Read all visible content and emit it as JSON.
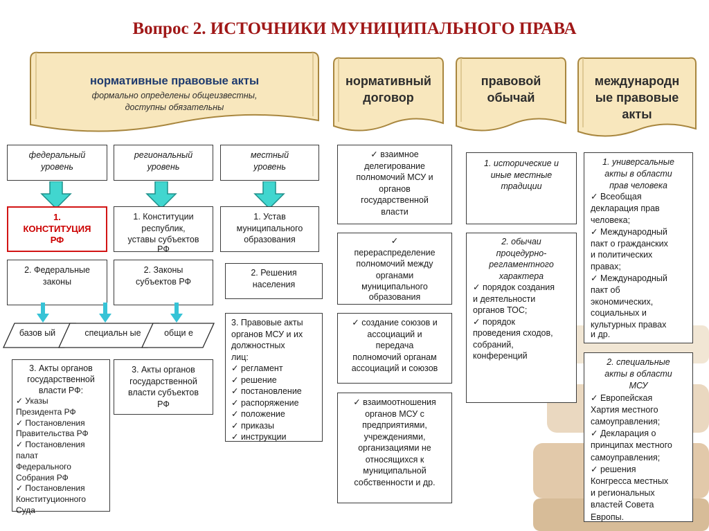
{
  "title": "Вопрос 2. ИСТОЧНИКИ МУНИЦИПАЛЬНОГО ПРАВА",
  "banners": {
    "npa": {
      "title": "нормативные правовые акты",
      "sub1": "формально определены общеизвестны,",
      "sub2": "доступны обязательны"
    },
    "contract": {
      "line1": "нормативный",
      "line2": "договор"
    },
    "custom": {
      "line1": "правовой",
      "line2": "обычай"
    },
    "intl": {
      "line1": "международн",
      "line2": "ые правовые",
      "line3": "акты"
    }
  },
  "levels": {
    "federal": {
      "line1": "федеральный",
      "line2": "уровень"
    },
    "regional": {
      "line1": "региональный",
      "line2": "уровень"
    },
    "local": {
      "line1": "местный",
      "line2": "уровень"
    }
  },
  "acts": {
    "constitution": {
      "line1": "1.",
      "line2": "КОНСТИТУЦИЯ",
      "line3": "РФ"
    },
    "regional_const": {
      "line1": "1. Конституции",
      "line2": "республик,",
      "line3": "уставы субъектов",
      "line4": "РФ"
    },
    "charter": {
      "line1": "1. Устав",
      "line2": "муниципального",
      "line3": "образования"
    },
    "fed_laws": {
      "line1": "2. Федеральные",
      "line2": "законы"
    },
    "reg_laws": {
      "line1": "2. Законы",
      "line2": "субъектов РФ"
    },
    "referendum": {
      "line1": "2. Решения",
      "line2": "населения"
    }
  },
  "law_types": {
    "basic": {
      "line1": "базов",
      "line2": "ый"
    },
    "special": {
      "line1": "специальн",
      "line2": "ые"
    },
    "general": {
      "line1": "общи",
      "line2": "е"
    }
  },
  "fed_bodies": {
    "lead1": "3. Акты органов",
    "lead2": "государственной",
    "lead3": "власти РФ:",
    "items": [
      "Указы",
      "Президента РФ",
      "Постановления",
      "Правительства РФ",
      "Постановления",
      "палат",
      "Федерального",
      "Собрания РФ",
      "Постановления",
      "Конституционного",
      "Суда"
    ]
  },
  "reg_bodies": {
    "line1": "3. Акты органов",
    "line2": "государственной",
    "line3": "власти субъектов",
    "line4": "РФ"
  },
  "msu_acts": {
    "lead1": "3. Правовые акты",
    "lead2": "органов МСУ и их",
    "lead3": "должностных",
    "lead4": "лиц:",
    "items": [
      "регламент",
      "решение",
      "постановление",
      "распоряжение",
      "положение",
      "приказы",
      "инструкции"
    ]
  },
  "contracts": {
    "c1": {
      "l1": "взаимное",
      "l2": "делегирование",
      "l3": "полномочий МСУ и",
      "l4": "органов",
      "l5": "государственной",
      "l6": "власти"
    },
    "c2": {
      "l1": "перераспределение",
      "l2": "полномочий между",
      "l3": "органами",
      "l4": "муниципального",
      "l5": "образования"
    },
    "c3": {
      "l1": "создание союзов и",
      "l2": "ассоциаций и",
      "l3": "передача",
      "l4": "полномочий органам",
      "l5": "ассоциаций и союзов"
    },
    "c4": {
      "l1": "взаимоотношения",
      "l2": "органов МСУ с",
      "l3": "предприятиями,",
      "l4": "учреждениями,",
      "l5": "организациями не",
      "l6": "относящихся к",
      "l7": "муниципальной",
      "l8": "собственности и др."
    }
  },
  "customs": {
    "k1": {
      "l1": "1. исторические и",
      "l2": "иные местные",
      "l3": "традиции"
    },
    "k2": {
      "l1": "2. обычаи",
      "l2": "процедурно-",
      "l3": "регламентного",
      "l4": "характера",
      "items": [
        "порядок создания",
        "и деятельности",
        "органов ТОС;",
        "порядок",
        "проведения сходов,",
        "собраний,",
        "конференций"
      ]
    }
  },
  "intl": {
    "i1": {
      "l1": "1. универсальные",
      "l2": "акты в области",
      "l3": "прав человека",
      "items": [
        "Всеобщая",
        "декларация прав",
        "человека;",
        "Международный",
        "пакт о гражданских",
        "и политических",
        "правах;",
        "Международный",
        "пакт об",
        "экономических,",
        "социальных и",
        "культурных правах",
        "и др."
      ]
    },
    "i2": {
      "l1": "2. специальные",
      "l2": "акты в области",
      "l3": "МСУ",
      "items": [
        "Европейская",
        "Хартия местного",
        "самоуправления;",
        "Декларация о",
        "принципах местного",
        "самоуправления;",
        "решения",
        "Конгресса местных",
        "и региональных",
        "властей Совета",
        "Европы."
      ]
    }
  },
  "colors": {
    "title": "#a01818",
    "banner_fill": "#f8e7bd",
    "banner_stroke": "#a8863e",
    "arrow_fill": "#41d6cf",
    "small_arrow": "#36c3d6",
    "constitution_red": "#cc0000"
  }
}
